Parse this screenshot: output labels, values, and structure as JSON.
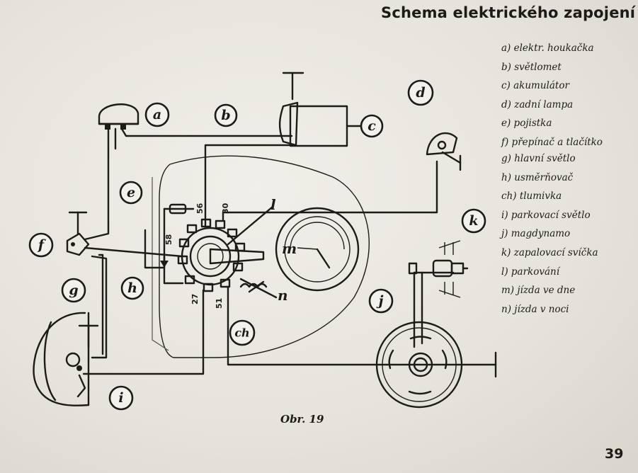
{
  "title": "Schema elektrického zapojení",
  "legend": [
    {
      "key": "a",
      "text": "a) elektr. houkačka"
    },
    {
      "key": "b",
      "text": "b) světlomet"
    },
    {
      "key": "c",
      "text": "c) akumulátor"
    },
    {
      "key": "d",
      "text": "d) zadní lampa"
    },
    {
      "key": "e",
      "text": "e) pojistka"
    },
    {
      "key": "f",
      "text": "f) přepínač a tlačítko"
    },
    {
      "key": "g",
      "text": "g) hlavní světlo"
    },
    {
      "key": "h",
      "text": "h) usměrňovač"
    },
    {
      "key": "ch",
      "text": "ch) tlumivka"
    },
    {
      "key": "i",
      "text": "i) parkovací světlo"
    },
    {
      "key": "j",
      "text": "j) magdynamo"
    },
    {
      "key": "k",
      "text": "k) zapalovací svíčka"
    },
    {
      "key": "l",
      "text": "l) parkování"
    },
    {
      "key": "m",
      "text": "m) jízda ve dne"
    },
    {
      "key": "n",
      "text": "n) jízda v noci"
    }
  ],
  "callouts": {
    "a": "a",
    "b": "b",
    "c": "c",
    "d": "d",
    "e": "e",
    "f": "f",
    "g": "g",
    "h": "h",
    "ch": "ch",
    "i": "i",
    "j": "j",
    "k": "k",
    "l": "l",
    "m": "m",
    "n": "n"
  },
  "wire_numbers": {
    "w56": "56",
    "w30": "30",
    "w58": "58",
    "w27": "27",
    "w51": "51"
  },
  "caption": "Obr. 19",
  "page_number": "39"
}
